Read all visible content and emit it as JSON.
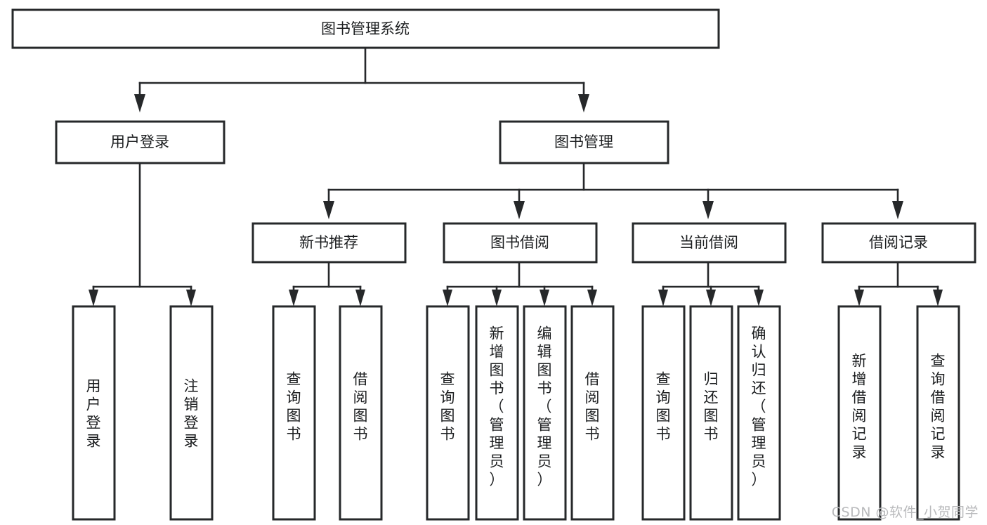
{
  "diagram": {
    "type": "tree",
    "title": "图书管理系统",
    "watermark": "CSDN @软件_小贺同学",
    "colors": {
      "stroke": "#26282a",
      "fill": "#ffffff",
      "text": "#1b1d1f",
      "watermark": "#b9babc"
    },
    "root": {
      "label": "图书管理系统"
    },
    "level2": [
      {
        "label": "用户登录"
      },
      {
        "label": "图书管理"
      }
    ],
    "level3": [
      {
        "label": "新书推荐"
      },
      {
        "label": "图书借阅"
      },
      {
        "label": "当前借阅"
      },
      {
        "label": "借阅记录"
      }
    ],
    "leaves": {
      "user_login": [
        {
          "label": "用户登录"
        },
        {
          "label": "注销登录"
        }
      ],
      "new_book_recommend": [
        {
          "label": "查询图书"
        },
        {
          "label": "借阅图书"
        }
      ],
      "book_borrow": [
        {
          "label": "查询图书"
        },
        {
          "label": "新增图书（管理员）"
        },
        {
          "label": "编辑图书（管理员）"
        },
        {
          "label": "借阅图书"
        }
      ],
      "current_borrow": [
        {
          "label": "查询图书"
        },
        {
          "label": "归还图书"
        },
        {
          "label": "确认归还（管理员）"
        }
      ],
      "borrow_record": [
        {
          "label": "新增借阅记录"
        },
        {
          "label": "查询借阅记录"
        }
      ]
    }
  }
}
